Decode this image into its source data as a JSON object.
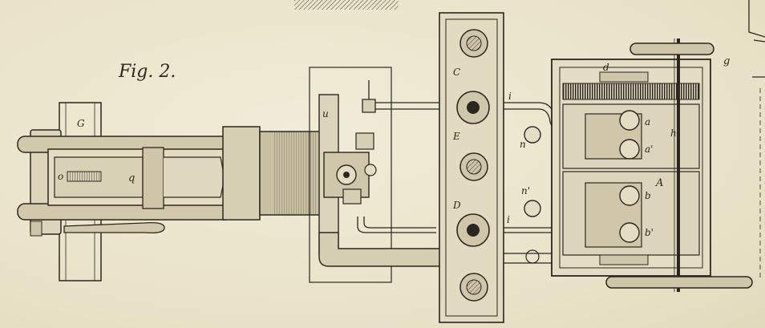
{
  "figure": {
    "title": "Fig. 2."
  },
  "labels": {
    "G": "G",
    "o": "o",
    "q": "q",
    "u": "u",
    "C": "C",
    "E": "E",
    "D": "D",
    "i_top": "i",
    "i_bottom": "i",
    "n": "n",
    "n_prime": "n'",
    "d": "d",
    "g": "g",
    "a": "a",
    "a_prime": "a'",
    "h": "h",
    "A": "A",
    "b": "b",
    "b_prime": "b'"
  },
  "palette": {
    "paper": "#ece6cf",
    "ink": "#2b2620",
    "shade": "#8a8172"
  }
}
